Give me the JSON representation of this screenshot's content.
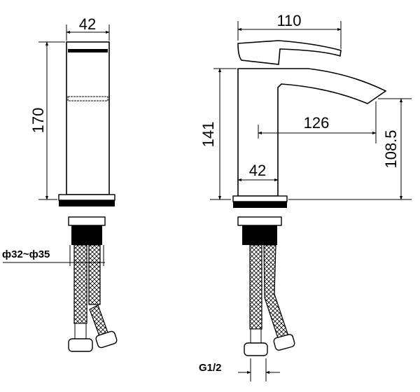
{
  "title": "Basin mixer tap dimension drawing",
  "front_view": {
    "width_label": "42",
    "height_label": "170",
    "hole_diameter_label": "ф32~ф35"
  },
  "side_view": {
    "reach_label": "110",
    "height_label": "141",
    "spout_reach_label": "126",
    "spout_height_label": "108.5",
    "base_width_label": "42",
    "connection_label": "G1/2"
  },
  "colors": {
    "line": "#000000",
    "background": "#ffffff"
  }
}
